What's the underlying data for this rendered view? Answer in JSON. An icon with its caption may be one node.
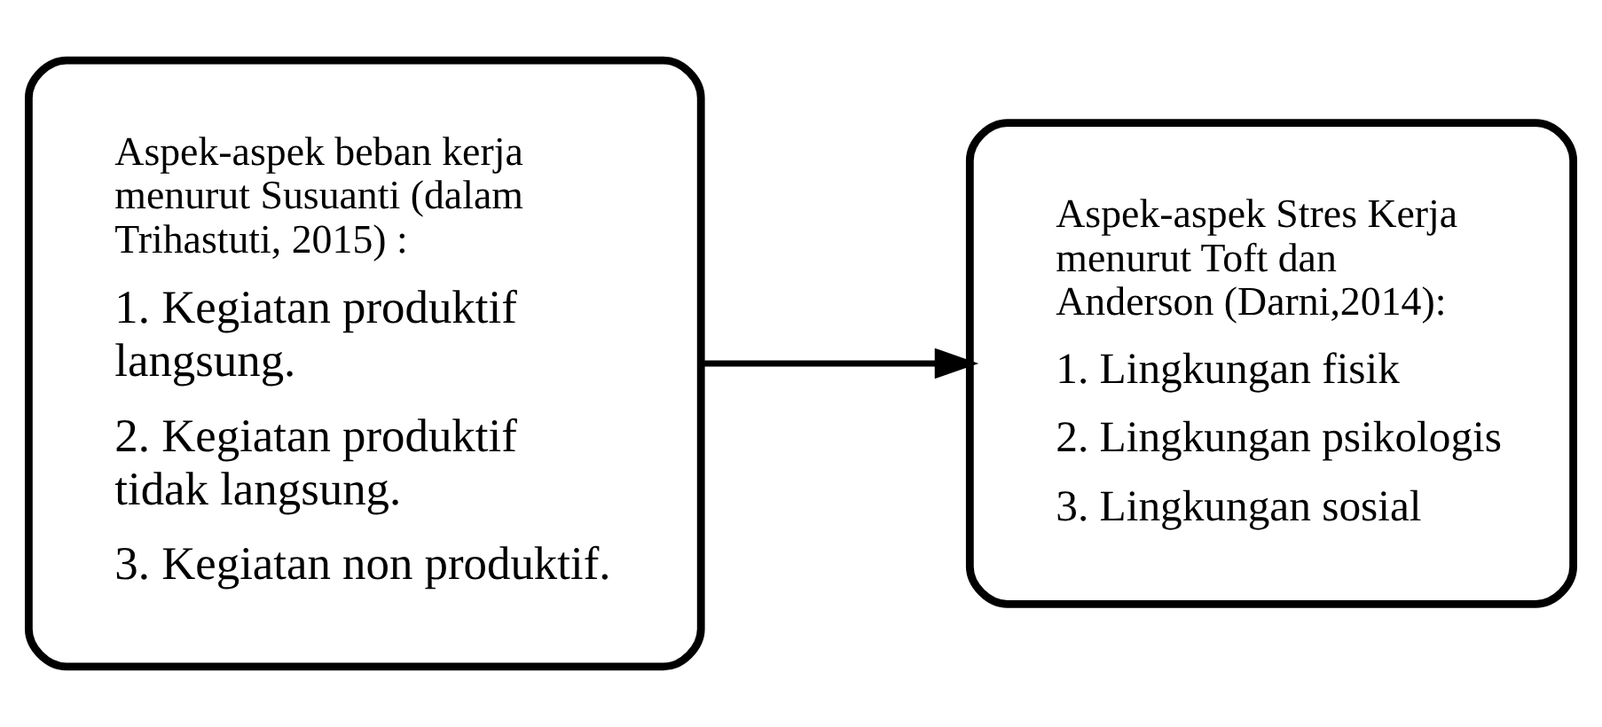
{
  "diagram": {
    "nodes": [
      {
        "text": [
          "Aspek-aspek beban kerja menurut Susuanti (dalam Trihastuti, 2015) :",
          "1. Kegiatan produktif langsung.",
          "2. Kegiatan produktif tidak langsung.",
          "3. Kegiatan non produktif."
        ]
      },
      {
        "text": [
          "Aspek-aspek Stres Kerja menurut Toft dan Anderson (Darni,2014):",
          "1. Lingkungan fisik",
          "2. Lingkungan psikologis",
          "3. Lingkungan sosial"
        ]
      }
    ],
    "edges": [
      {
        "from": 0,
        "to": 1,
        "arrow": "to"
      }
    ]
  }
}
